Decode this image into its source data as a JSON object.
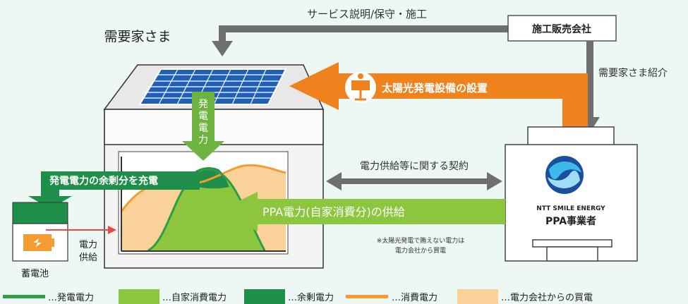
{
  "labels": {
    "customer": "需要家さま",
    "service_flow": "サービス説明/保守・施工",
    "installer": "施工販売会社",
    "referral": "需要家さま紹介",
    "installation": "太陽光発電設備の設置",
    "generation_v1": "発",
    "generation_v2": "電",
    "generation_v3": "電",
    "generation_v4": "力",
    "charge_surplus": "発電電力の余剰分を充電",
    "contract": "電力供給等に関する契約",
    "ppa_supply": "PPA電力(自家消費分)の供給",
    "provider_brand": "NTT SMILE ENERGY",
    "provider_role": "PPA事業者",
    "note_line1": "※太陽光発電で賄えない電力は",
    "note_line2": "電力会社から買電",
    "supply_line1": "電力",
    "supply_line2": "供給",
    "battery": "蓄電池"
  },
  "legend": [
    {
      "label": "…発電電力",
      "color": "#2e9e44"
    },
    {
      "label": "…自家消費電力",
      "color": "#8cc63f"
    },
    {
      "label": "…余剰電力",
      "color": "#1e8f4a"
    },
    {
      "label": "…消費電力",
      "color": "#f39c32"
    },
    {
      "label": "…電力会社からの買電",
      "color": "#fbd19a"
    }
  ],
  "colors": {
    "orange": "#f0821e",
    "green": "#6db33f",
    "dark_green": "#1e8f4a",
    "gray_arrow": "#6f6f6f",
    "panel_blue": "#1f5fb5"
  }
}
